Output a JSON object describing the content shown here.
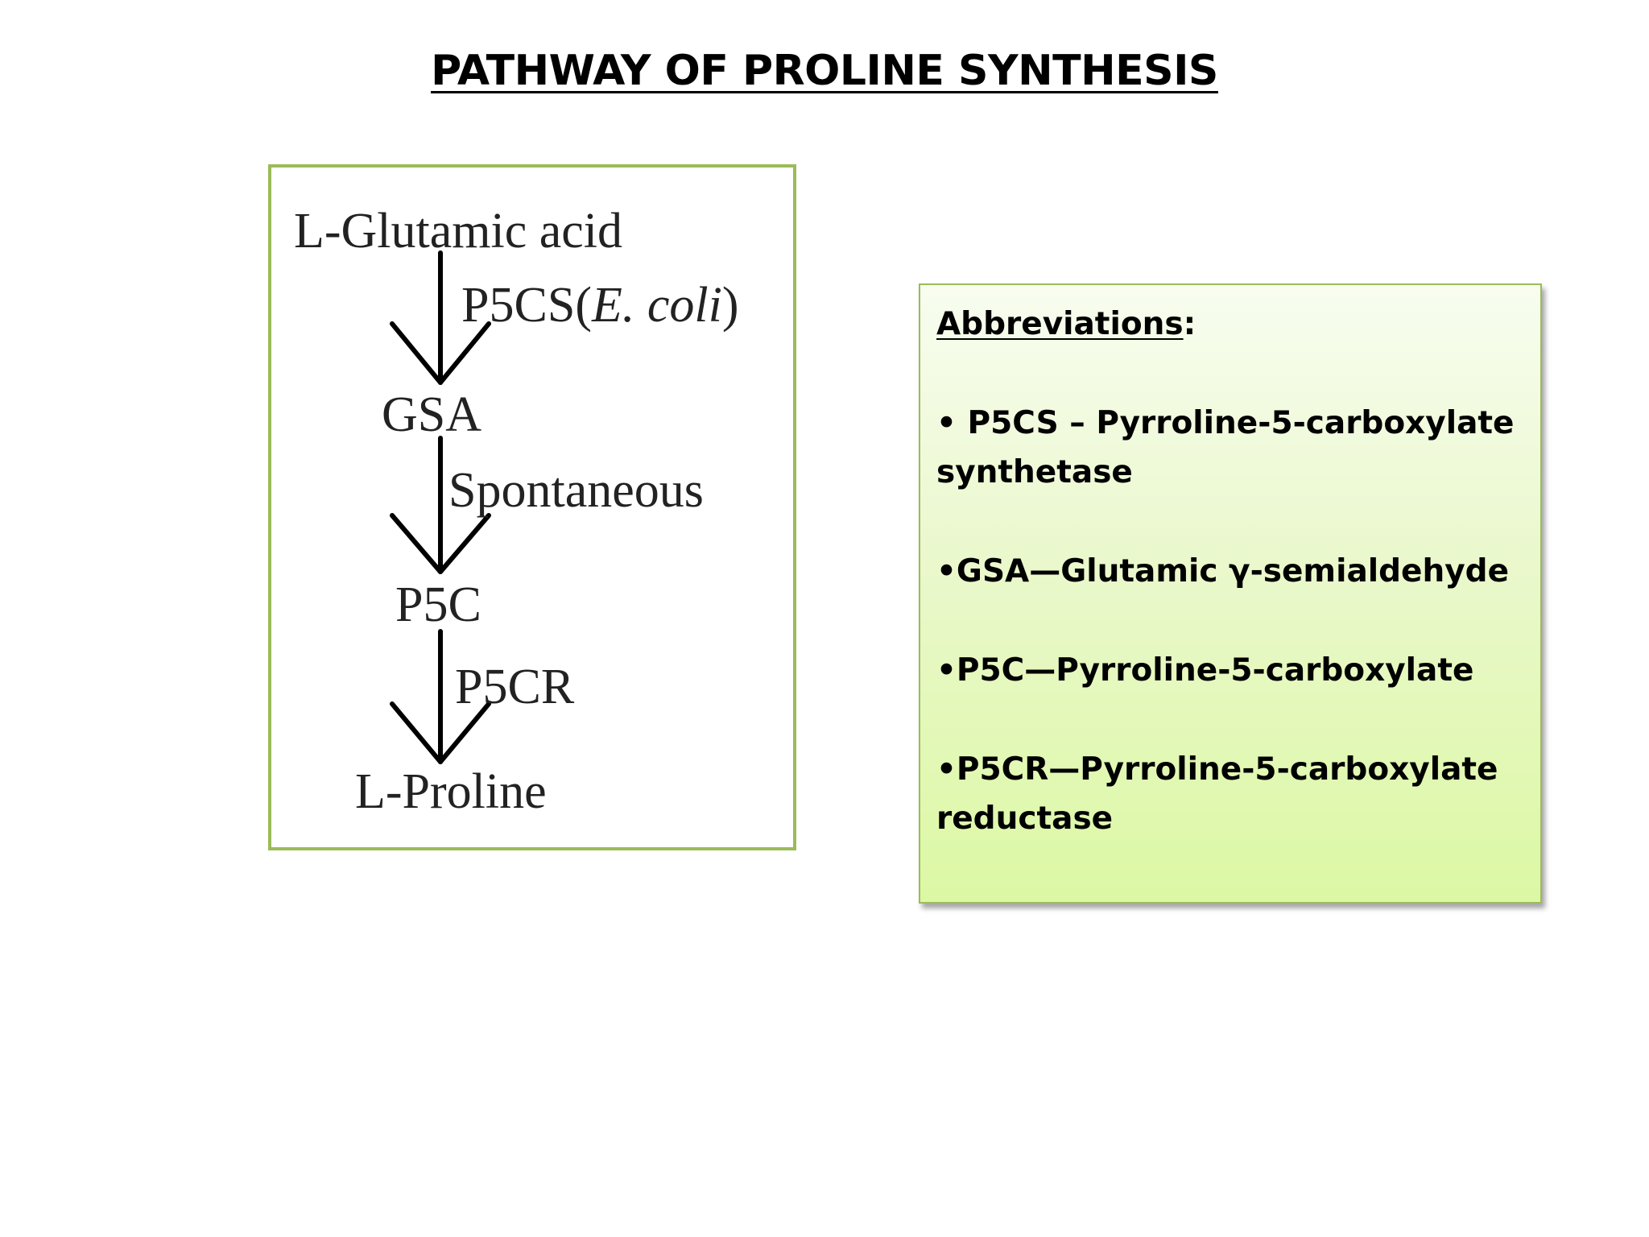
{
  "title": "PATHWAY OF PROLINE SYNTHESIS",
  "pathway": {
    "steps": [
      {
        "compound": "L-Glutamic acid"
      },
      {
        "enzyme": "P5CS(",
        "enzyme_italic": "E. coli",
        "enzyme_suffix": ")",
        "compound": "GSA"
      },
      {
        "enzyme": "Spontaneous",
        "compound": "P5C"
      },
      {
        "enzyme": "P5CR",
        "compound": "L-Proline"
      }
    ]
  },
  "abbreviations": {
    "heading": "Abbreviations",
    "heading_colon": ":",
    "items": [
      "• P5CS – Pyrroline-5-carboxylate synthetase",
      "•GSA—Glutamic γ-semialdehyde",
      "•P5C—Pyrroline-5-carboxylate",
      "•P5CR—Pyrroline-5-carboxylate reductase"
    ]
  },
  "colors": {
    "frame_border": "#9bbb59",
    "box_gradient_top": "#f8fdf0",
    "box_gradient_bottom": "#dcf8a4"
  }
}
